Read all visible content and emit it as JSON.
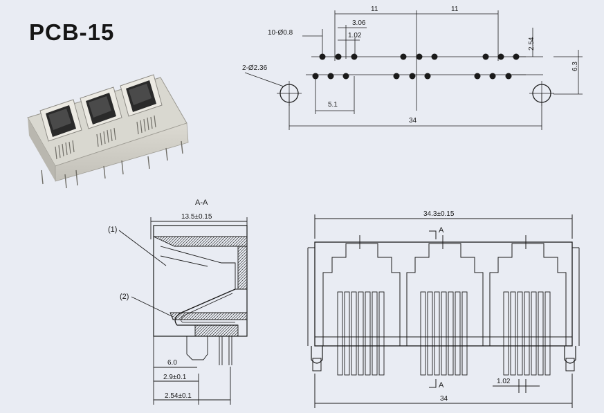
{
  "title": "PCB-15",
  "footprint": {
    "pitch_left": "11",
    "pitch_right": "11",
    "dim_306": "3.06",
    "dim_102": "1.02",
    "holes": "10-Ø0.8",
    "dim_254": "2.54",
    "peg_holes": "2-Ø2.36",
    "dim_63": "6.3",
    "dim_51": "5.1",
    "overall": "34"
  },
  "section": {
    "label": "A-A",
    "width": "13.5±0.15",
    "callout1": "(1)",
    "callout2": "(2)",
    "dim_60": "6.0",
    "dim_29": "2.9±0.1",
    "dim_254": "2.54±0.1"
  },
  "front": {
    "width_top": "34.3±0.15",
    "section_a_top": "A",
    "section_a_bottom": "A",
    "dim_102": "1.02",
    "width_bottom": "34"
  }
}
